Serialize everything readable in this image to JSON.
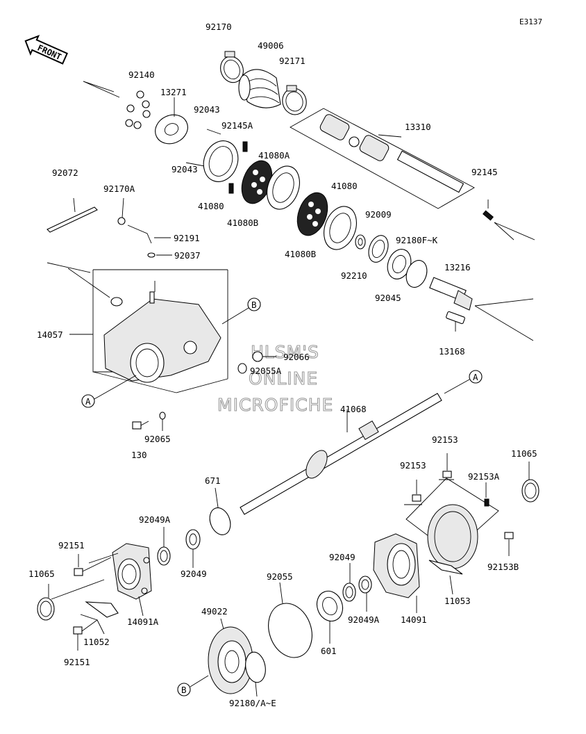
{
  "diagram_code": "E3137",
  "front_label": "FRONT",
  "watermark": [
    "HLSM'S",
    "ONLINE",
    "MICROFICHE"
  ],
  "callouts": {
    "a": "A",
    "b": "B"
  },
  "parts": {
    "p92170": "92170",
    "p49006": "49006",
    "p92171": "92171",
    "p92140": "92140",
    "p13271": "13271",
    "p92043a": "92043",
    "p92145a": "92145A",
    "p13310": "13310",
    "p41080a": "41080A",
    "p92043b": "92043",
    "p41080_l": "41080",
    "p41080b_l": "41080B",
    "p41080_r": "41080",
    "p92009": "92009",
    "p92145": "92145",
    "p92072": "92072",
    "p92170a": "92170A",
    "p92191": "92191",
    "p92037": "92037",
    "p41080b_r": "41080B",
    "p92210": "92210",
    "p92180fk": "92180F~K",
    "p13216": "13216",
    "p92045": "92045",
    "p14057": "14057",
    "p92066": "92066",
    "p92055a": "92055A",
    "p13168": "13168",
    "p41068": "41068",
    "p92065": "92065",
    "p130": "130",
    "p92153a": "92153",
    "p11065r": "11065",
    "p92153b": "92153",
    "p92153A": "92153A",
    "p671": "671",
    "p92049A_l": "92049A",
    "p92151a": "92151",
    "p92049_l": "92049",
    "p11065l": "11065",
    "p92049_r": "92049",
    "p92055": "92055",
    "p92153B": "92153B",
    "p14091A": "14091A",
    "p11053": "11053",
    "p92049A_r": "92049A",
    "p14091": "14091",
    "p49022": "49022",
    "p11052": "11052",
    "p601": "601",
    "p92151b": "92151",
    "p92180ae": "92180/A~E"
  }
}
